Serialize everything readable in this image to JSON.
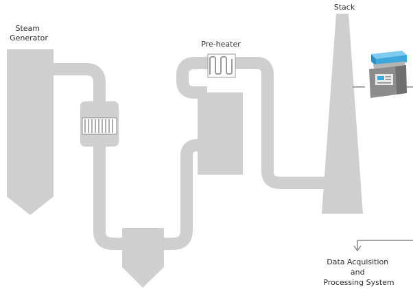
{
  "labels": {
    "steam_generator": [
      "Steam",
      "Generator"
    ],
    "pre_heater": "Pre-heater",
    "stack": "Stack",
    "data_system": [
      "Data Acquisition",
      "and",
      "Processing System"
    ]
  },
  "colors": {
    "equipment": "#cfcfcf",
    "analyzer_top": "#3ea8dc",
    "analyzer_body": "#8c8c8c",
    "line": "#888888",
    "text": "#2b2b2b"
  },
  "icons": {
    "filter": "filter-grid-icon",
    "pre_heater": "coil-icon",
    "analyzer": "gas-analyzer-icon",
    "data_flow": "arrow-down-icon"
  }
}
